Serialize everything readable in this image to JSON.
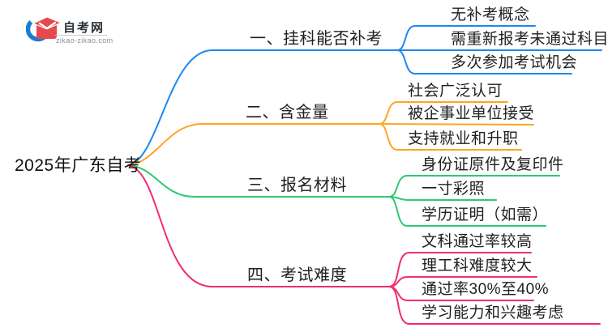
{
  "logo": {
    "title": "自考网",
    "domain": "zikao-zikao.com",
    "icon": "graduation-cap-icon",
    "swoosh_color": "#1b7dcc",
    "cap_color": "#e5484d"
  },
  "root": {
    "label": "2025年广东自考"
  },
  "branches": [
    {
      "label": "一、挂科能否补考",
      "color": "#1e87f0",
      "children": [
        {
          "label": "无补考概念"
        },
        {
          "label": "需重新报考未通过科目"
        },
        {
          "label": "多次参加考试机会"
        }
      ]
    },
    {
      "label": "二、含金量",
      "color": "#ffa51f",
      "children": [
        {
          "label": "社会广泛认可"
        },
        {
          "label": "被企事业单位接受"
        },
        {
          "label": "支持就业和升职"
        }
      ]
    },
    {
      "label": "三、报名材料",
      "color": "#2ec873",
      "children": [
        {
          "label": "身份证原件及复印件"
        },
        {
          "label": "一寸彩照"
        },
        {
          "label": "学历证明（如需）"
        }
      ]
    },
    {
      "label": "四、考试难度",
      "color": "#f02d74",
      "children": [
        {
          "label": "文科通过率较高"
        },
        {
          "label": "理工科难度较大"
        },
        {
          "label": "通过率30%至40%"
        },
        {
          "label": "学习能力和兴趣考虑"
        }
      ]
    }
  ]
}
